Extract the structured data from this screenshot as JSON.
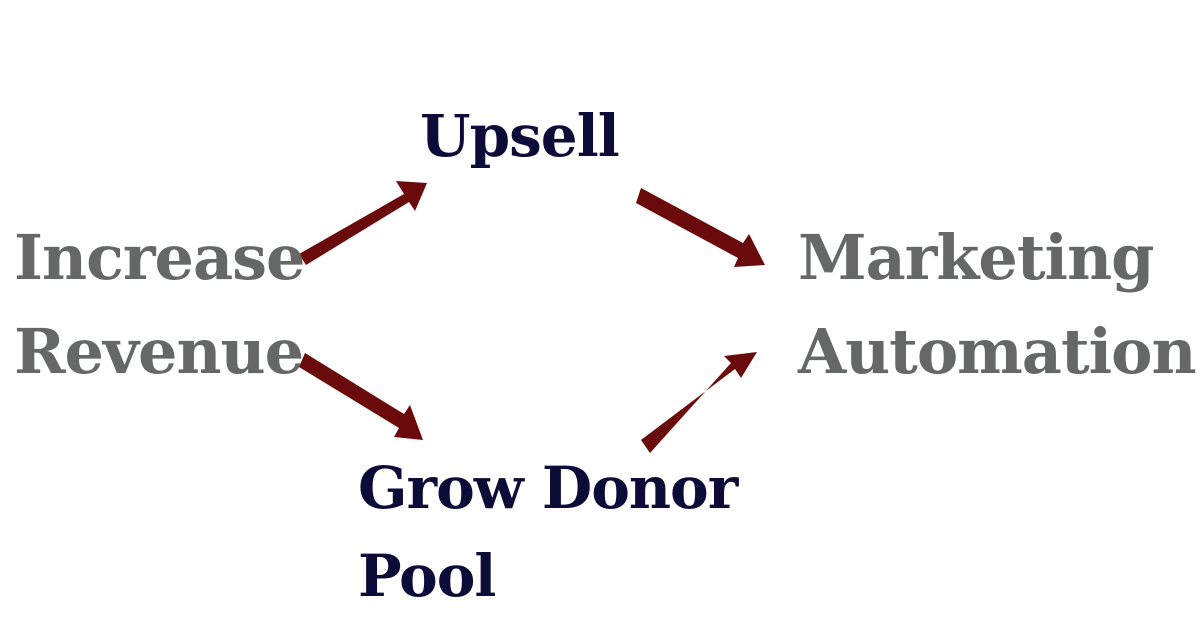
{
  "diagram": {
    "nodes": {
      "increase": {
        "lines": [
          "Increase",
          "Revenue"
        ]
      },
      "upsell": {
        "lines": [
          "Upsell"
        ]
      },
      "grow": {
        "lines": [
          "Grow Donor",
          "Pool"
        ]
      },
      "marketing": {
        "lines": [
          "Marketing",
          "Automation"
        ]
      }
    },
    "colors": {
      "start_end_text": "#666868",
      "middle_text": "#0d0b37",
      "arrow": "#6b0a0a",
      "background": "#ffffff"
    },
    "edges": [
      {
        "from": "Increase Revenue",
        "to": "Upsell",
        "icon": "arrow-icon"
      },
      {
        "from": "Upsell",
        "to": "Marketing Automation",
        "icon": "arrow-icon"
      },
      {
        "from": "Increase Revenue",
        "to": "Grow Donor Pool",
        "icon": "arrow-icon"
      },
      {
        "from": "Grow Donor Pool",
        "to": "Marketing Automation",
        "icon": "arrow-icon"
      }
    ]
  }
}
